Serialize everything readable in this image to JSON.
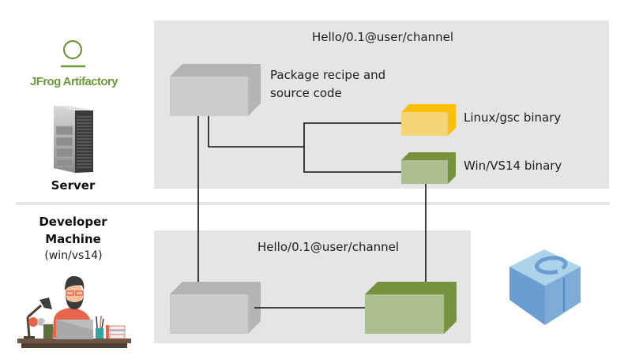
{
  "left_column": {
    "logo": {
      "text": "JFrog Artifactory",
      "color": "#6c9a3b",
      "icon": "jfrog-ring-icon"
    },
    "server": {
      "label": "Server",
      "icon": "server-tower-icon"
    },
    "developer": {
      "title_line1": "Developer",
      "title_line2": "Machine",
      "subtitle": "(win/vs14)",
      "icon": "developer-at-desk-illustration"
    }
  },
  "server_panel": {
    "reference": "Hello/0.1@user/channel",
    "recipe_label_line1": "Package recipe and",
    "recipe_label_line2": "source code",
    "binaries": [
      {
        "label": "Linux/gsc binary",
        "color": "#f3d477",
        "top_color": "#fbbf0b"
      },
      {
        "label": "Win/VS14 binary",
        "color": "#adbf90",
        "top_color": "#76923d"
      }
    ]
  },
  "local_panel": {
    "reference": "Hello/0.1@user/channel"
  },
  "colors": {
    "panel": "#e5e5e5",
    "recipe_front": "#cccccc",
    "recipe_top": "#b3b3b3",
    "recipe_side": "#b5b5b5",
    "conan_logo": "#6a9ed2"
  },
  "brand_icon": "conan-cube-logo-icon"
}
